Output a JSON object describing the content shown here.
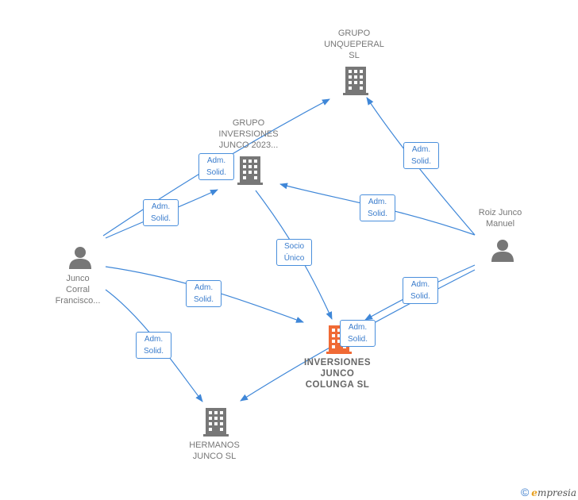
{
  "nodes": {
    "grupo_unqueperal": {
      "label": "GRUPO\nUNQUEPERAL\nSL",
      "type": "company",
      "color": "#777777"
    },
    "grupo_inversiones": {
      "label": "GRUPO\nINVERSIONES\nJUNCO 2023...",
      "type": "company",
      "color": "#777777"
    },
    "roiz": {
      "label": "Roiz Junco\nManuel",
      "type": "person",
      "color": "#777777"
    },
    "junco_corral": {
      "label": "Junco\nCorral\nFrancisco...",
      "type": "person",
      "color": "#777777"
    },
    "inversiones_colunga": {
      "label": "INVERSIONES\nJUNCO\nCOLUNGA SL",
      "type": "company",
      "color": "#f06a35"
    },
    "hermanos": {
      "label": "HERMANOS\nJUNCO SL",
      "type": "company",
      "color": "#777777"
    }
  },
  "relations": [
    {
      "id": "r1",
      "label": "Adm.\nSolid."
    },
    {
      "id": "r2",
      "label": "Adm.\nSolid."
    },
    {
      "id": "r3",
      "label": "Adm.\nSolid."
    },
    {
      "id": "r4",
      "label": "Adm.\nSolid."
    },
    {
      "id": "r5",
      "label": "Adm.\nSolid."
    },
    {
      "id": "r6",
      "label": "Adm.\nSolid."
    },
    {
      "id": "r7",
      "label": "Adm.\nSolid."
    },
    {
      "id": "r8",
      "label": "Socio\nÚnico"
    },
    {
      "id": "r9",
      "label": "Adm.\nSolid."
    }
  ],
  "colors": {
    "edge": "#3f87d8",
    "icon": "#777777",
    "highlight": "#f06a35"
  },
  "footer": {
    "copyright": "©",
    "brand_first": "e",
    "brand_rest": "mpresia"
  }
}
